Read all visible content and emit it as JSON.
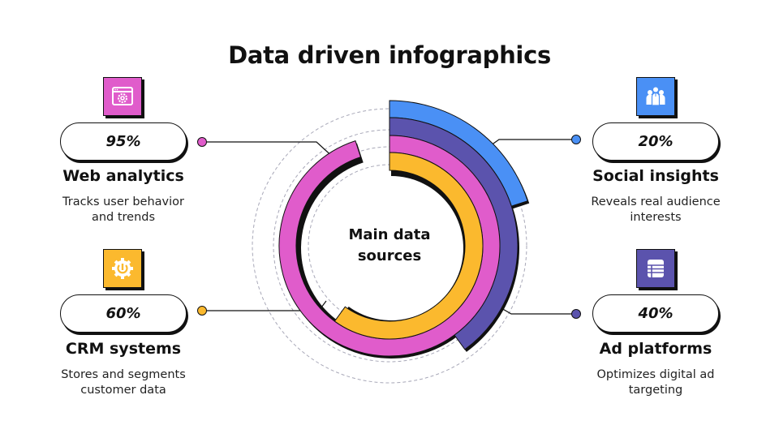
{
  "title": "Data driven infographics",
  "center_label_line1": "Main data",
  "center_label_line2": "sources",
  "colors": {
    "web_analytics": "#E05CCB",
    "social_insights": "#4A90F5",
    "crm_systems": "#FBB92E",
    "ad_platforms": "#5B53AD",
    "outline": "#111111",
    "guide_dash": "#A8A8B8"
  },
  "items": {
    "web_analytics": {
      "value": "95%",
      "label": "Web analytics",
      "desc_line1": "Tracks user behavior",
      "desc_line2": "and trends",
      "icon": "browser-gear-icon"
    },
    "social_insights": {
      "value": "20%",
      "label": "Social insights",
      "desc_line1": "Reveals real audience",
      "desc_line2": "interests",
      "icon": "people-group-icon"
    },
    "crm_systems": {
      "value": "60%",
      "label": "CRM systems",
      "desc_line1": "Stores and segments",
      "desc_line2": "customer data",
      "icon": "gear-wrench-icon"
    },
    "ad_platforms": {
      "value": "40%",
      "label": "Ad platforms",
      "desc_line1": "Optimizes digital ad",
      "desc_line2": "targeting",
      "icon": "server-stack-icon"
    }
  },
  "chart_data": {
    "type": "radial-bar",
    "title": "Data driven infographics",
    "center_label": "Main data sources",
    "categories": [
      "Social insights",
      "Ad platforms",
      "Web analytics",
      "CRM systems"
    ],
    "values": [
      20,
      40,
      95,
      60
    ],
    "unit": "%",
    "ring_order_outer_to_inner": [
      "Social insights",
      "Ad platforms",
      "Web analytics",
      "CRM systems"
    ],
    "colors": [
      "#4A90F5",
      "#5B53AD",
      "#E05CCB",
      "#FBB92E"
    ],
    "start_angle": "12 o'clock, clockwise",
    "range": [
      0,
      100
    ]
  }
}
